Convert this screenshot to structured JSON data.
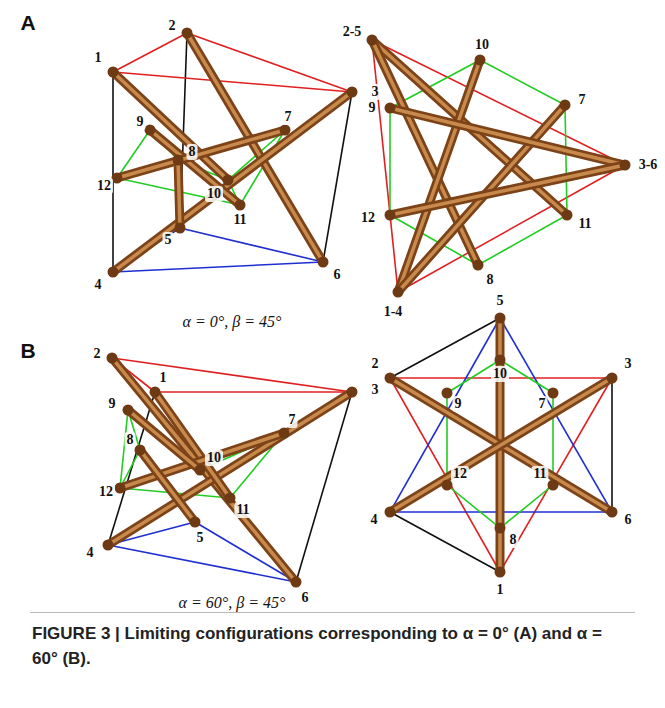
{
  "diagram": {
    "caption": "FIGURE 3 | Limiting configurations corresponding to α = 0° (A) and α = 60° (B).",
    "labels": [
      "A",
      "1",
      "2",
      "3",
      "9",
      "8",
      "12",
      "10",
      "11",
      "7",
      "5",
      "4",
      "6",
      "2-5",
      "10",
      "7",
      "9",
      "3-6",
      "12",
      "11",
      "8",
      "1-4",
      "α = 0°, β = 45°",
      "B",
      "2",
      "1",
      "3",
      "9",
      "8",
      "12",
      "10",
      "11",
      "7",
      "5",
      "4",
      "6",
      "5",
      "10",
      "2",
      "3",
      "9",
      "7",
      "12",
      "11",
      "4",
      "6",
      "8",
      "1",
      "α = 60°, β = 45°"
    ]
  }
}
